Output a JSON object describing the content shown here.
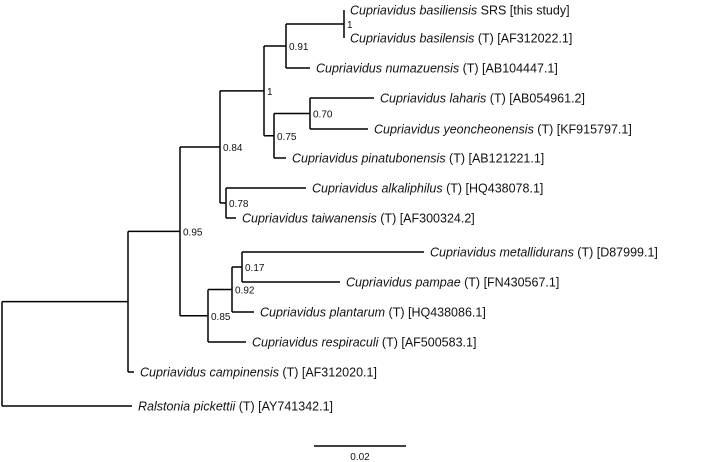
{
  "tree": {
    "leaves": [
      {
        "id": "basiliensis_srs",
        "species": "Cupriavidus basiliensis",
        "rest": "SRS [this study]"
      },
      {
        "id": "basilensis",
        "species": "Cupriavidus basilensis",
        "rest": "(T) [AF312022.1]"
      },
      {
        "id": "numazuensis",
        "species": "Cupriavidus numazuensis",
        "rest": "(T) [AB104447.1]"
      },
      {
        "id": "laharis",
        "species": "Cupriavidus laharis",
        "rest": "(T) [AB054961.2]"
      },
      {
        "id": "yeoncheonensis",
        "species": "Cupriavidus yeoncheonensis",
        "rest": "(T) [KF915797.1]"
      },
      {
        "id": "pinatubonensis",
        "species": "Cupriavidus pinatubonensis",
        "rest": "(T) [AB121221.1]"
      },
      {
        "id": "alkaliphilus",
        "species": "Cupriavidus alkaliphilus",
        "rest": "(T) [HQ438078.1]"
      },
      {
        "id": "taiwanensis",
        "species": "Cupriavidus taiwanensis",
        "rest": "(T) [AF300324.2]"
      },
      {
        "id": "metallidurans",
        "species": "Cupriavidus metallidurans",
        "rest": "(T) [D87999.1]"
      },
      {
        "id": "pampae",
        "species": "Cupriavidus pampae",
        "rest": "(T) [FN430567.1]"
      },
      {
        "id": "plantarum",
        "species": "Cupriavidus plantarum",
        "rest": "(T) [HQ438086.1]"
      },
      {
        "id": "respiraculi",
        "species": "Cupriavidus respiraculi",
        "rest": "(T) [AF500583.1]"
      },
      {
        "id": "campinensis",
        "species": "Cupriavidus campinensis",
        "rest": "(T) [AF312020.1]"
      },
      {
        "id": "pickettii",
        "species": "Ralstonia pickettii",
        "rest": "(T) [AY741342.1]"
      }
    ],
    "support_values": {
      "n_basil": "1",
      "n_basil_num": "0.91",
      "n_top": "1",
      "n_lah_yeo": "0.70",
      "n_lah_pin": "0.75",
      "n_ingroup": "0.84",
      "n_alk_tai": "0.78",
      "n_main": "0.95",
      "n_met_pam": "0.17",
      "n_met_pla": "0.92",
      "n_met_res": "0.85"
    },
    "scale_bar": {
      "label": "0.02"
    }
  }
}
